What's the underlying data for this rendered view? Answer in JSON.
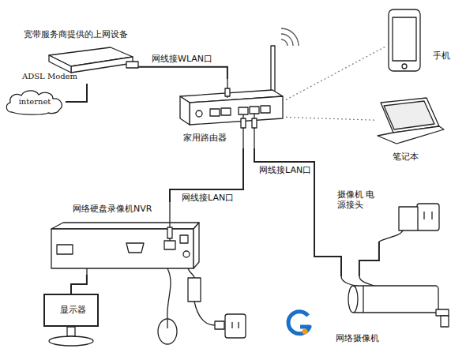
{
  "diagram": {
    "nodes": [
      {
        "text": [
          "宽带服务商提供的上网设备",
          "ADSL Modem"
        ]
      },
      {
        "text": [
          "internet"
        ]
      },
      {
        "text": [
          "家用路由器"
        ]
      },
      {
        "text": [
          "手机"
        ]
      },
      {
        "text": [
          "笔记本"
        ]
      },
      {
        "text": [
          "网络硬盘录像机NVR"
        ]
      },
      {
        "text": [
          "摄像机 电源接头"
        ]
      },
      {
        "text": [
          "显示器"
        ]
      },
      {
        "text": [
          "网络摄像机"
        ]
      }
    ],
    "edges": [
      {
        "from": 0,
        "to": 2,
        "arrow": "none",
        "label": "网线接WLAN口"
      },
      {
        "from": 0,
        "to": 1,
        "arrow": "none"
      },
      {
        "from": 2,
        "to": 3,
        "arrow": "none"
      },
      {
        "from": 2,
        "to": 4,
        "arrow": "none"
      },
      {
        "from": 2,
        "to": 5,
        "arrow": "none",
        "label": "网线接LAN口"
      },
      {
        "from": 2,
        "to": 8,
        "arrow": "none",
        "label": "网线接LAN口"
      },
      {
        "from": 6,
        "to": 8,
        "arrow": "none"
      },
      {
        "from": 5,
        "to": 7,
        "arrow": "none"
      }
    ]
  }
}
